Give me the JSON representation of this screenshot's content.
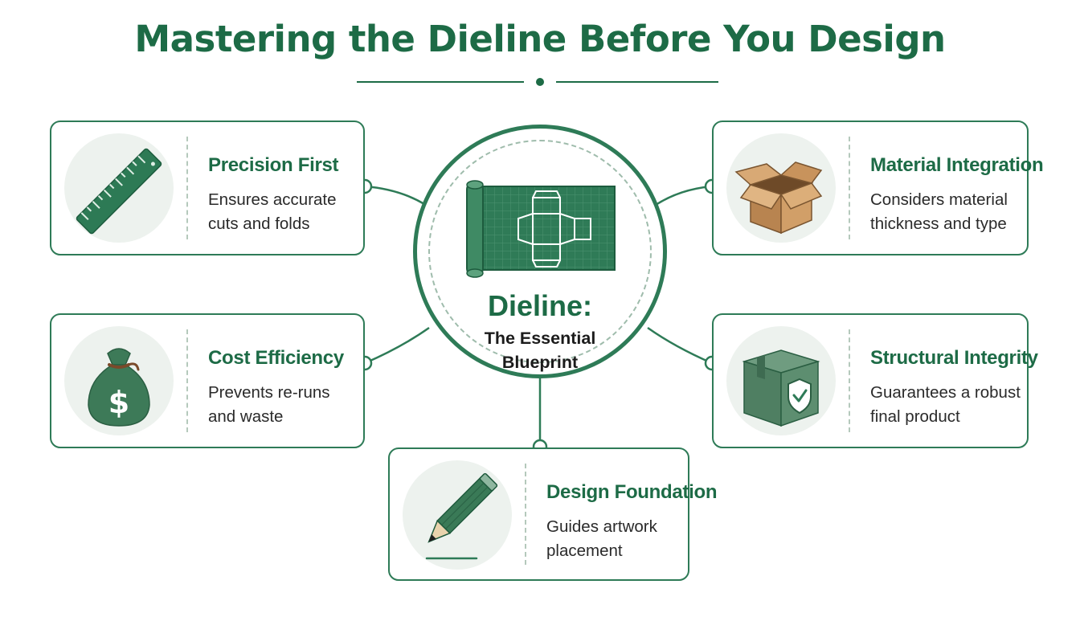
{
  "title": "Mastering the Dieline Before You Design",
  "center": {
    "title": "Dieline:",
    "subtitle": "The Essential Blueprint",
    "icon": "blueprint-icon"
  },
  "cards": [
    {
      "id": "precision",
      "title": "Precision First",
      "text": "Ensures accurate cuts and folds",
      "icon": "ruler-icon"
    },
    {
      "id": "cost",
      "title": "Cost Efficiency",
      "text": "Prevents re-runs and waste",
      "icon": "money-bag-icon"
    },
    {
      "id": "design",
      "title": "Design Foundation",
      "text": "Guides artwork placement",
      "icon": "pencil-icon"
    },
    {
      "id": "material",
      "title": "Material Integration",
      "text": "Considers material thickness and type",
      "icon": "open-box-icon"
    },
    {
      "id": "structural",
      "title": "Structural Integrity",
      "text": "Guarantees a robust final product",
      "icon": "shield-box-icon"
    }
  ],
  "colors": {
    "primary": "#1d6b46",
    "border": "#2e7b57",
    "icon_bg": "#edf2ee",
    "cardboard": "#c9955e"
  }
}
